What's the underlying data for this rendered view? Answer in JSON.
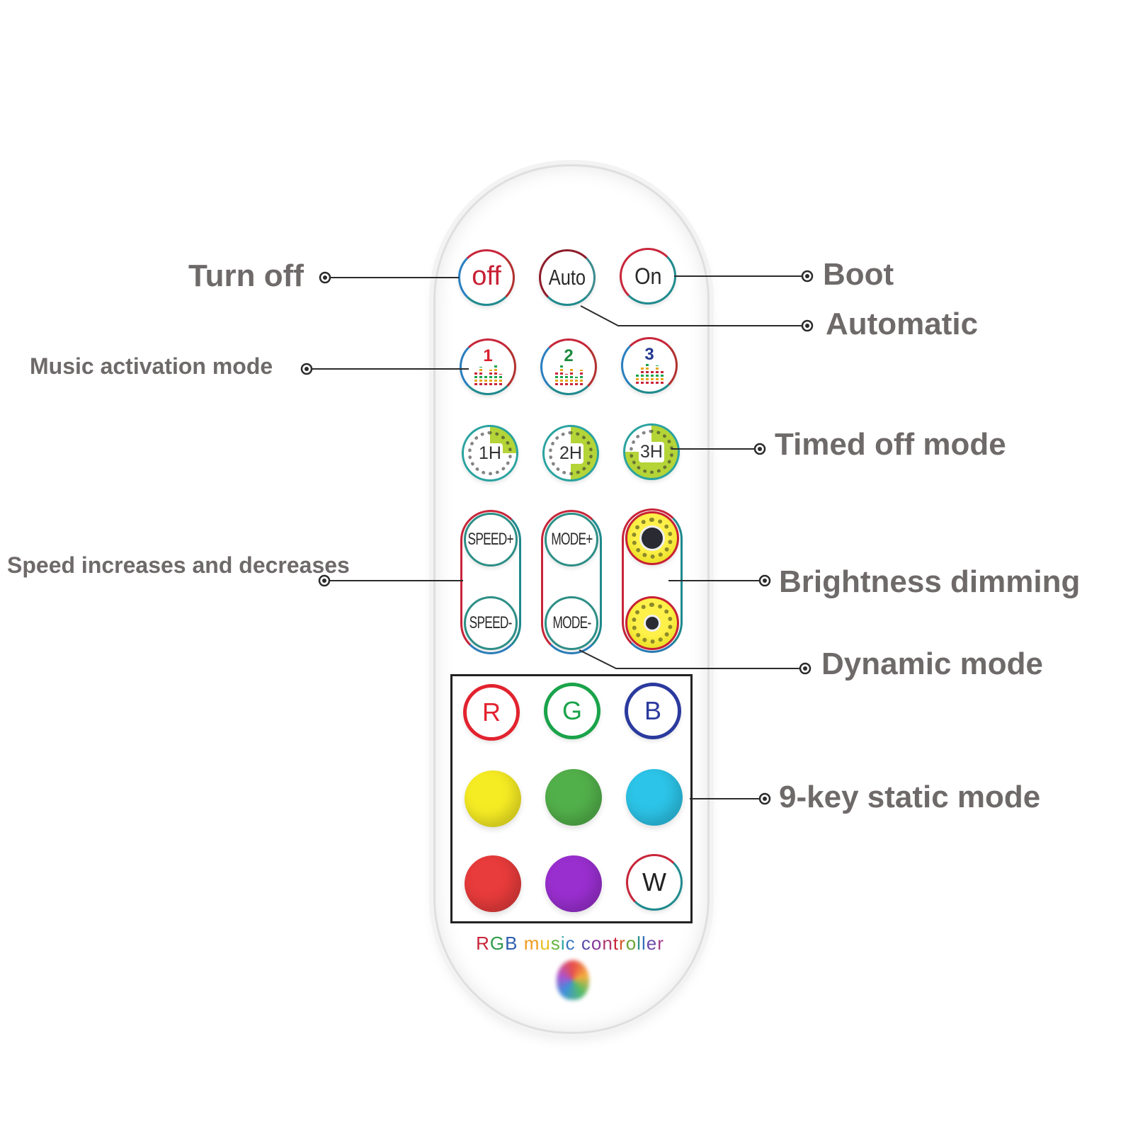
{
  "annotations": {
    "turn_off": "Turn off",
    "boot": "Boot",
    "automatic": "Automatic",
    "music_activation": "Music activation mode",
    "timed_off": "Timed off mode",
    "speed": "Speed increases and decreases",
    "brightness": "Brightness dimming",
    "dynamic": "Dynamic mode",
    "static": "9-key static mode"
  },
  "buttons": {
    "off": "off",
    "auto": "Auto",
    "on": "On",
    "music": [
      "1",
      "2",
      "3"
    ],
    "timers": [
      {
        "label": "1H",
        "fill_percent": 25
      },
      {
        "label": "2H",
        "fill_percent": 50
      },
      {
        "label": "3H",
        "fill_percent": 75
      }
    ],
    "speed_plus": "SPEED+",
    "speed_minus": "SPEED-",
    "mode_plus": "MODE+",
    "mode_minus": "MODE-",
    "rgb": [
      "R",
      "G",
      "B"
    ],
    "white": "W"
  },
  "colors": {
    "red_key": "#e2232f",
    "green_key": "#1aa34a",
    "blue_key": "#2b3a9e",
    "yellow_ball": "#f6ec24",
    "green_ball": "#52b04a",
    "cyan_ball": "#2cc4e8",
    "red_ball": "#e83b3b",
    "purple_ball": "#9a2fd0",
    "music_colors": [
      "#d8202e",
      "#1b8a3c",
      "#25378f"
    ]
  },
  "brand": {
    "letters": [
      "R",
      "G",
      "B",
      " ",
      "m",
      "u",
      "s",
      "i",
      "c",
      " ",
      "c",
      "o",
      "n",
      "t",
      "r",
      "o",
      "l",
      "l",
      "e",
      "r"
    ],
    "letter_colors": [
      "#c8253a",
      "#2e9a49",
      "#2d5fae",
      "#ffffff",
      "#f19a1e",
      "#e6c128",
      "#65b545",
      "#2fa6a4",
      "#3a79c0",
      "#ffffff",
      "#5a4aa8",
      "#8a3a9c",
      "#b0366f",
      "#c8253a",
      "#d05a2a",
      "#6aa53a",
      "#2b8f8a",
      "#3270b8",
      "#6c4bab",
      "#a63c8a"
    ]
  }
}
